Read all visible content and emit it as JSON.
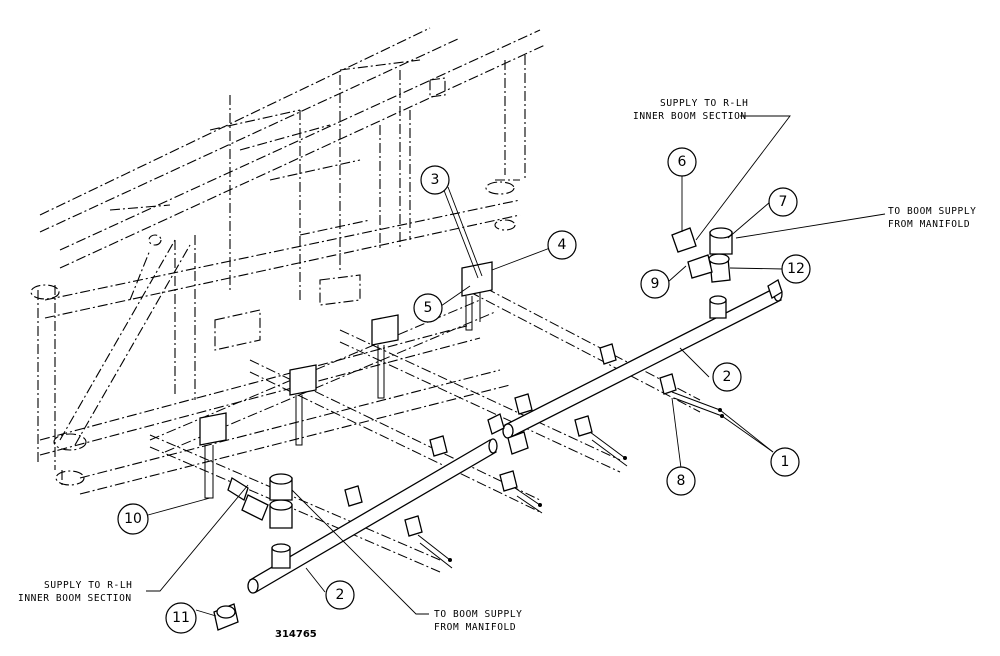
{
  "drawing_number": "314765",
  "notes": {
    "supply_top_line1": "SUPPLY TO R-LH",
    "supply_top_line2": "INNER BOOM SECTION",
    "manifold_top_line1": "TO BOOM SUPPLY",
    "manifold_top_line2": "FROM MANIFOLD",
    "supply_bottom_line1": "SUPPLY TO R-LH",
    "supply_bottom_line2": "INNER BOOM SECTION",
    "manifold_bottom_line1": "TO BOOM SUPPLY",
    "manifold_bottom_line2": "FROM MANIFOLD"
  },
  "callouts": [
    {
      "id": "c3",
      "label": "3"
    },
    {
      "id": "c4",
      "label": "4"
    },
    {
      "id": "c5",
      "label": "5"
    },
    {
      "id": "c6",
      "label": "6"
    },
    {
      "id": "c7",
      "label": "7"
    },
    {
      "id": "c9",
      "label": "9"
    },
    {
      "id": "c12",
      "label": "12"
    },
    {
      "id": "c2a",
      "label": "2"
    },
    {
      "id": "c1",
      "label": "1"
    },
    {
      "id": "c8",
      "label": "8"
    },
    {
      "id": "c10",
      "label": "10"
    },
    {
      "id": "c2b",
      "label": "2"
    },
    {
      "id": "c11",
      "label": "11"
    }
  ]
}
